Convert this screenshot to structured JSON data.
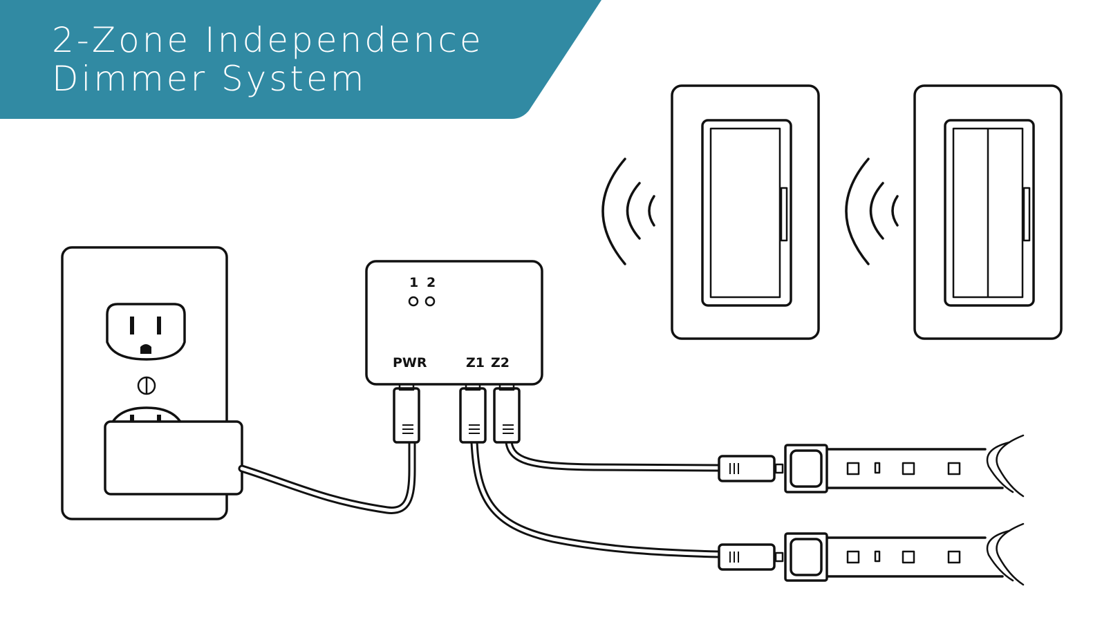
{
  "title": {
    "line1": "2-Zone Independence",
    "line2": "Dimmer System"
  },
  "colors": {
    "banner": "#318aa3",
    "line": "#111111",
    "background": "#ffffff"
  },
  "controller": {
    "led_labels": [
      "1",
      "2"
    ],
    "port_labels": [
      "PWR",
      "Z1",
      "Z2"
    ]
  },
  "icons": [
    "wall-outlet-icon",
    "power-adapter-icon",
    "wireless-signal-icon",
    "dimmer-switch-icon",
    "led-strip-icon",
    "connector-plug-icon"
  ]
}
